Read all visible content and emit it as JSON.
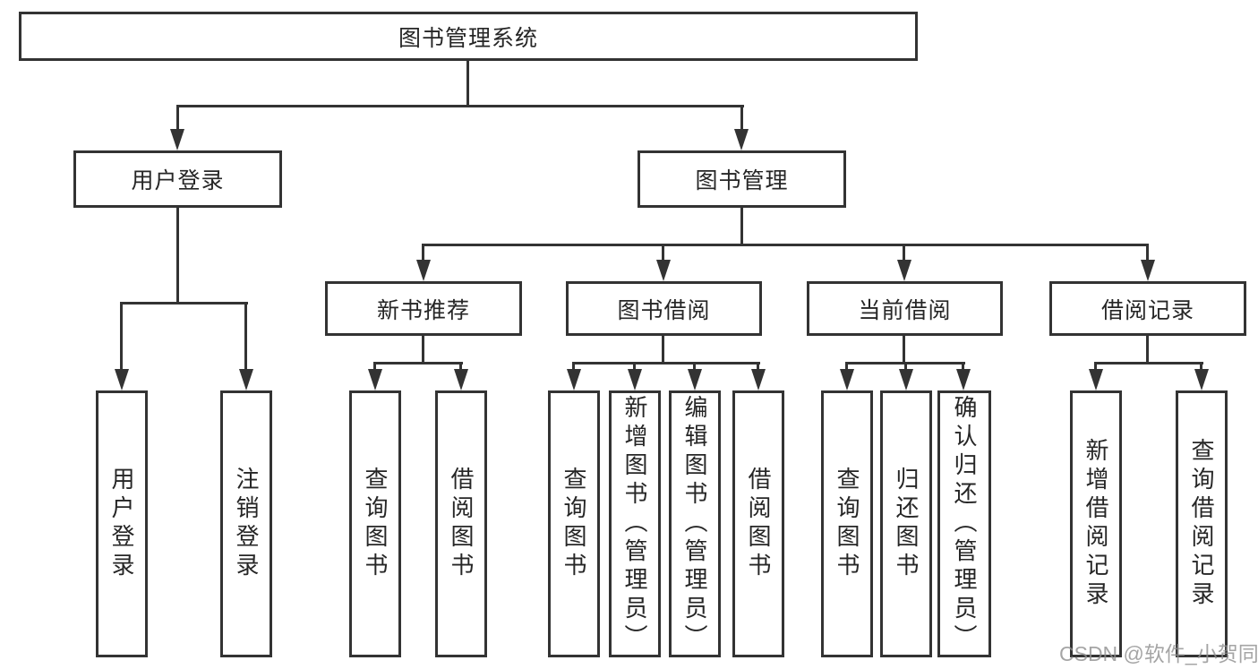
{
  "diagram_title": "图书管理系统",
  "nodes": {
    "root": "图书管理系统",
    "level2": {
      "user_login": "用户登录",
      "book_mgmt": "图书管理"
    },
    "level3": {
      "new_books": "新书推荐",
      "book_borrow": "图书借阅",
      "current_borrow": "当前借阅",
      "borrow_record": "借阅记录"
    },
    "leaves": {
      "user_login_1": "用户登录",
      "user_login_2": "注销登录",
      "new_books_1": "查询图书",
      "new_books_2": "借阅图书",
      "book_borrow_1": "查询图书",
      "book_borrow_2": "新增图书（管理员）",
      "book_borrow_3": "编辑图书（管理员）",
      "book_borrow_4": "借阅图书",
      "current_borrow_1": "查询图书",
      "current_borrow_2": "归还图书",
      "current_borrow_3": "确认归还（管理员）",
      "borrow_record_1": "新增借阅记录",
      "borrow_record_2": "查询借阅记录"
    }
  },
  "watermark": "CSDN @软件_小贺同学",
  "colors": {
    "line": "#333333",
    "text": "#262626",
    "background": "#ffffff",
    "watermark": "#8f8f8f"
  }
}
